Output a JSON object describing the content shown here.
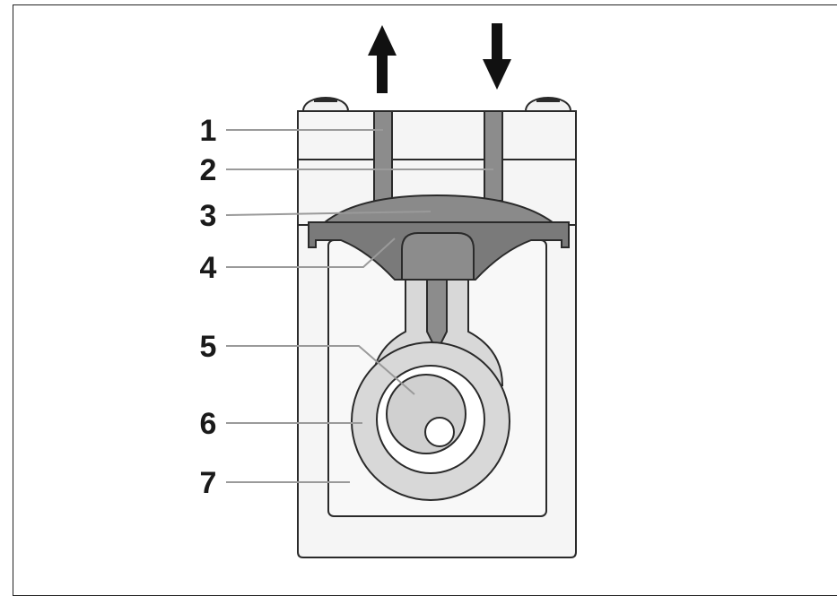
{
  "diagram": {
    "labels": [
      {
        "id": "1",
        "text": "1"
      },
      {
        "id": "2",
        "text": "2"
      },
      {
        "id": "3",
        "text": "3"
      },
      {
        "id": "4",
        "text": "4"
      },
      {
        "id": "5",
        "text": "5"
      },
      {
        "id": "6",
        "text": "6"
      },
      {
        "id": "7",
        "text": "7"
      }
    ],
    "colors": {
      "housing": "#f5f5f5",
      "outline": "#2a2a2a",
      "diaphragm": "#7a7a7a",
      "conrod": "#d8d8d8",
      "eccentric": "#bdbdbd",
      "leader": "#9a9a9a"
    },
    "arrows": [
      {
        "name": "outflow-arrow",
        "direction": "up"
      },
      {
        "name": "inflow-arrow",
        "direction": "down"
      }
    ]
  }
}
